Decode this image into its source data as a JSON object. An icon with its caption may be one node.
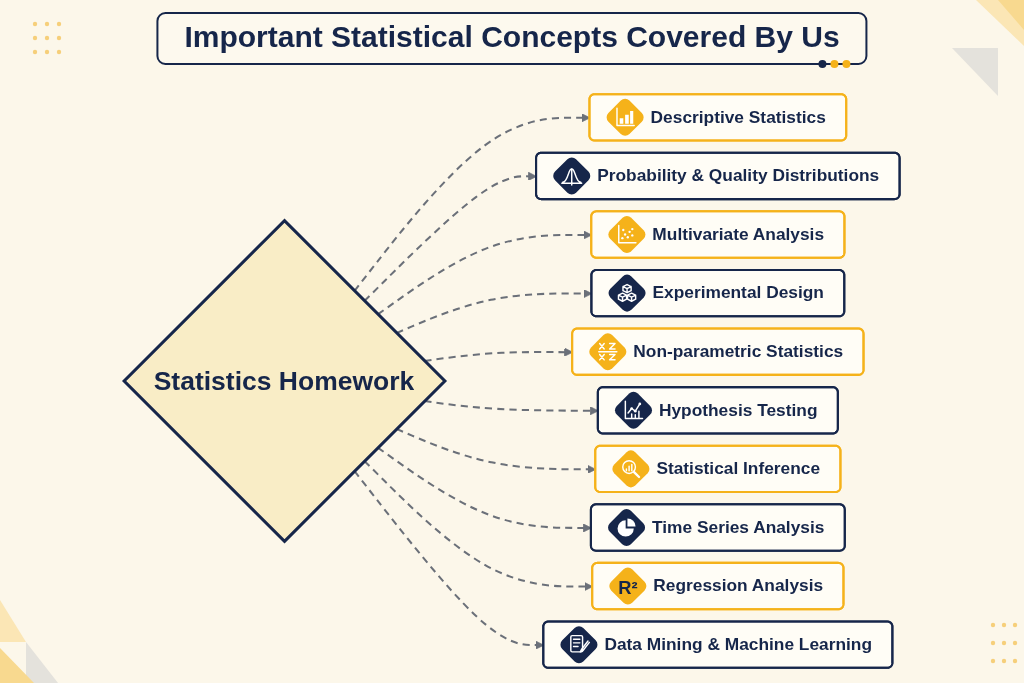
{
  "diagram": {
    "title": "Important Statistical Concepts Covered By Us",
    "nodes": [
      {
        "text": [
          "Statistics Homework"
        ]
      },
      {
        "text": [
          "Descriptive Statistics"
        ]
      },
      {
        "text": [
          "Probability & Quality Distributions"
        ]
      },
      {
        "text": [
          "Multivariate Analysis"
        ]
      },
      {
        "text": [
          "Experimental Design"
        ]
      },
      {
        "text": [
          "Non-parametric Statistics"
        ]
      },
      {
        "text": [
          "Hypothesis Testing"
        ]
      },
      {
        "text": [
          "Statistical Inference"
        ]
      },
      {
        "text": [
          "Time Series Analysis"
        ]
      },
      {
        "text": [
          "R²",
          "Regression Analysis"
        ]
      },
      {
        "text": [
          "Data Mining & Machine Learning"
        ]
      }
    ],
    "edges": [
      {
        "from": 0,
        "to": 1,
        "arrow": "to",
        "style": "dashed"
      },
      {
        "from": 0,
        "to": 2,
        "arrow": "to",
        "style": "dashed"
      },
      {
        "from": 0,
        "to": 3,
        "arrow": "to",
        "style": "dashed"
      },
      {
        "from": 0,
        "to": 4,
        "arrow": "to",
        "style": "dashed"
      },
      {
        "from": 0,
        "to": 5,
        "arrow": "to",
        "style": "dashed"
      },
      {
        "from": 0,
        "to": 6,
        "arrow": "to",
        "style": "dashed"
      },
      {
        "from": 0,
        "to": 7,
        "arrow": "to",
        "style": "dashed"
      },
      {
        "from": 0,
        "to": 8,
        "arrow": "to",
        "style": "dashed"
      },
      {
        "from": 0,
        "to": 9,
        "arrow": "to",
        "style": "dashed"
      },
      {
        "from": 0,
        "to": 10,
        "arrow": "to",
        "style": "dashed"
      }
    ]
  }
}
